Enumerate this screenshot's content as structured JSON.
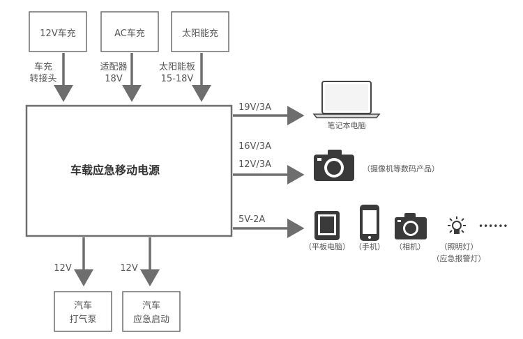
{
  "inputs": [
    {
      "box_label": "12V车充",
      "arrow_label_line1": "车充",
      "arrow_label_line2": "转接头"
    },
    {
      "box_label": "AC车充",
      "arrow_label_line1": "适配器",
      "arrow_label_line2": "18V"
    },
    {
      "box_label": "太阳能充",
      "arrow_label_line1": "太阳能板",
      "arrow_label_line2": "15-18V"
    }
  ],
  "main_box": {
    "title": "车载应急移动电源"
  },
  "outputs": {
    "laptop": {
      "voltage": "19V/3A",
      "caption": "笔记本电脑"
    },
    "camera": {
      "voltage_line1": "16V/3A",
      "voltage_line2": "12V/3A",
      "caption": "（摄像机等数码产品）"
    },
    "usb": {
      "voltage": "5V-2A",
      "captions": {
        "tablet": "（平板电脑）",
        "phone": "（手机）",
        "camera": "（相机）",
        "lamp_line1": "（照明灯）",
        "lamp_line2": "（应急报警灯）"
      },
      "more_dots": "••••••"
    }
  },
  "bottom": [
    {
      "voltage": "12V",
      "line1": "汽车",
      "line2": "打气泵"
    },
    {
      "voltage": "12V",
      "line1": "汽车",
      "line2": "应急启动"
    }
  ],
  "colors": {
    "line": "#6e6e6e",
    "icon": "#3a3a3a"
  }
}
